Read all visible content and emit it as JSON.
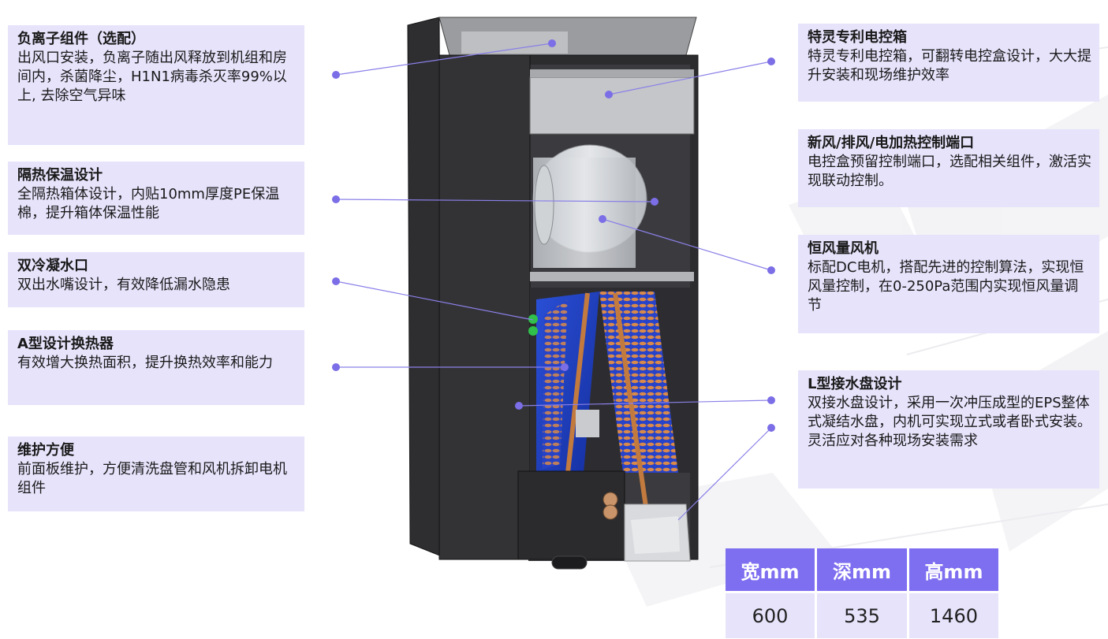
{
  "left_features": [
    {
      "title": "负离子组件（选配）",
      "desc": "出风口安装，负离子随出风释放到机组和房间内，杀菌降尘，H1N1病毒杀灭率99%以上, 去除空气异味"
    },
    {
      "title": "隔热保温设计",
      "desc": "全隔热箱体设计，内贴10mm厚度PE保温棉，提升箱体保温性能"
    },
    {
      "title": "双冷凝水口",
      "desc": "双出水嘴设计，有效降低漏水隐患"
    },
    {
      "title": "A型设计换热器",
      "desc": "有效增大换热面积，提升换热效率和能力"
    },
    {
      "title": "维护方便",
      "desc": "前面板维护，方便清洗盘管和风机拆卸电机组件"
    }
  ],
  "right_features": [
    {
      "title": "特灵专利电控箱",
      "desc": "特灵专利电控箱，可翻转电控盒设计，大大提升安装和现场维护效率"
    },
    {
      "title": "新风/排风/电加热控制端口",
      "desc": "电控盒预留控制端口，选配相关组件，激活实现联动控制。"
    },
    {
      "title": "恒风量风机",
      "desc": "标配DC电机，搭配先进的控制算法，实现恒风量控制，在0-250Pa范围内实现恒风量调节"
    },
    {
      "title": "L型接水盘设计",
      "desc": "双接水盘设计，采用一次冲压成型的EPS整体式凝结水盘，内机可实现立式或者卧式安装。灵活应对各种现场安装需求"
    }
  ],
  "dimensions": {
    "headers": [
      "宽mm",
      "深mm",
      "高mm"
    ],
    "values": [
      "600",
      "535",
      "1460"
    ]
  },
  "colors": {
    "card_bg": "#e6e3fb",
    "accent": "#7b6ee6",
    "table_header": "#7e6ef0"
  }
}
